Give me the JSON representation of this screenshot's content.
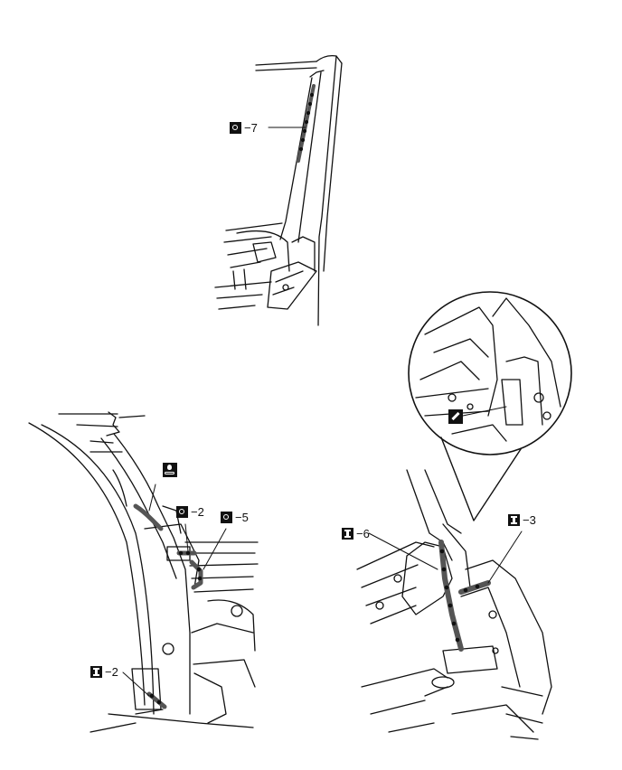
{
  "callouts": {
    "top_weld": {
      "type": "O",
      "code": "−7"
    },
    "left_weld_a": {
      "type": "O",
      "code": "−2"
    },
    "left_weld_b": {
      "type": "O",
      "code": "−5"
    },
    "left_bottom": {
      "type": "I",
      "code": "−2"
    },
    "right_a": {
      "type": "I",
      "code": "−6"
    },
    "right_b": {
      "type": "I",
      "code": "−3"
    }
  },
  "icons": [
    "sealer-icon",
    "pencil-mark-icon",
    "weld-type-o-icon",
    "weld-type-i-icon"
  ]
}
